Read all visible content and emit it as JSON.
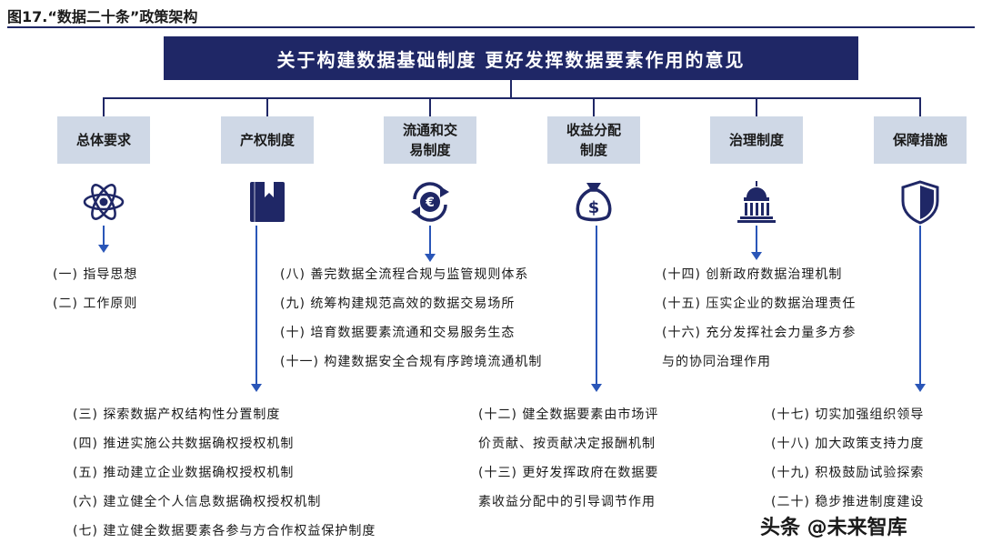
{
  "figure": {
    "title": "图17.“数据二十条”政策架构",
    "main_title": "关于构建数据基础制度 更好发挥数据要素作用的意见"
  },
  "categories": [
    {
      "label": "总体要求",
      "icon": "atom-icon"
    },
    {
      "label": "产权制度",
      "icon": "book-icon"
    },
    {
      "label": "流通和交易制度",
      "icon": "euro-exchange-icon"
    },
    {
      "label": "收益分配制度",
      "icon": "money-bag-icon"
    },
    {
      "label": "治理制度",
      "icon": "capitol-building-icon"
    },
    {
      "label": "保障措施",
      "icon": "shield-icon"
    }
  ],
  "groups": {
    "general": [
      "(一) 指导思想",
      "(二) 工作原则"
    ],
    "circulation": [
      "(八) 善完数据全流程合规与监管规则体系",
      "(九) 统筹构建规范高效的数据交易场所",
      "(十) 培育数据要素流通和交易服务生态",
      "(十一) 构建数据安全合规有序跨境流通机制"
    ],
    "governance": [
      "(十四) 创新政府数据治理机制",
      "(十五) 压实企业的数据治理责任",
      "(十六) 充分发挥社会力量多方参",
      "与的协同治理作用"
    ],
    "property": [
      "(三) 探索数据产权结构性分置制度",
      "(四) 推进实施公共数据确权授权机制",
      "(五) 推动建立企业数据确权授权机制",
      "(六) 建立健全个人信息数据确权授权机制",
      "(七) 建立健全数据要素各参与方合作权益保护制度"
    ],
    "distribution": [
      "(十二) 健全数据要素由市场评",
      "价贡献、按贡献决定报酬机制",
      "(十三) 更好发挥政府在数据要",
      "素收益分配中的引导调节作用"
    ],
    "safeguards": [
      "(十七) 切实加强组织领导",
      "(十八) 加大政策支持力度",
      "(十九) 积极鼓励试验探索",
      "(二十) 稳步推进制度建设"
    ]
  },
  "watermark": "头条 @未来智库",
  "colors": {
    "navy": "#1f2766",
    "category_bg": "#cfd8e6",
    "arrow": "#2a56b8"
  }
}
